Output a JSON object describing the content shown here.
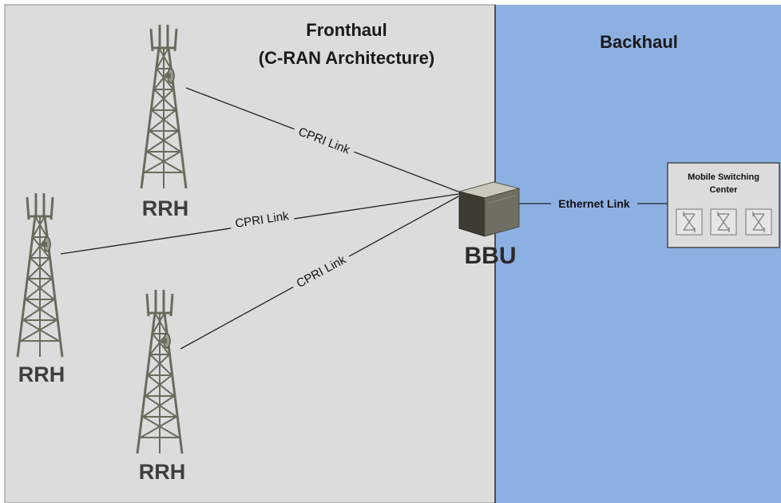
{
  "regions": {
    "fronthaul": {
      "title_line1": "Fronthaul",
      "title_line2": "(C-RAN Architecture)"
    },
    "backhaul": {
      "title": "Backhaul"
    }
  },
  "nodes": {
    "rrh_top": {
      "label": "RRH"
    },
    "rrh_middle": {
      "label": "RRH"
    },
    "rrh_bottom": {
      "label": "RRH"
    },
    "bbu": {
      "label": "BBU"
    },
    "msc": {
      "label_line1": "Mobile Switching",
      "label_line2": "Center"
    }
  },
  "links": {
    "cpri_top": "CPRI Link",
    "cpri_middle": "CPRI Link",
    "cpri_bottom": "CPRI Link",
    "ethernet": "Ethernet Link"
  },
  "colors": {
    "fronthaul_bg": "#dcdcdc",
    "backhaul_bg": "#8db0e3",
    "tower": "#6b6b5d",
    "bbu_body": "#6e6e62",
    "msc_box": "#dcdcdc"
  },
  "icons": {
    "tower": "cell-tower-icon",
    "bbu": "server-box-icon",
    "switch": "switch-crossover-icon"
  }
}
